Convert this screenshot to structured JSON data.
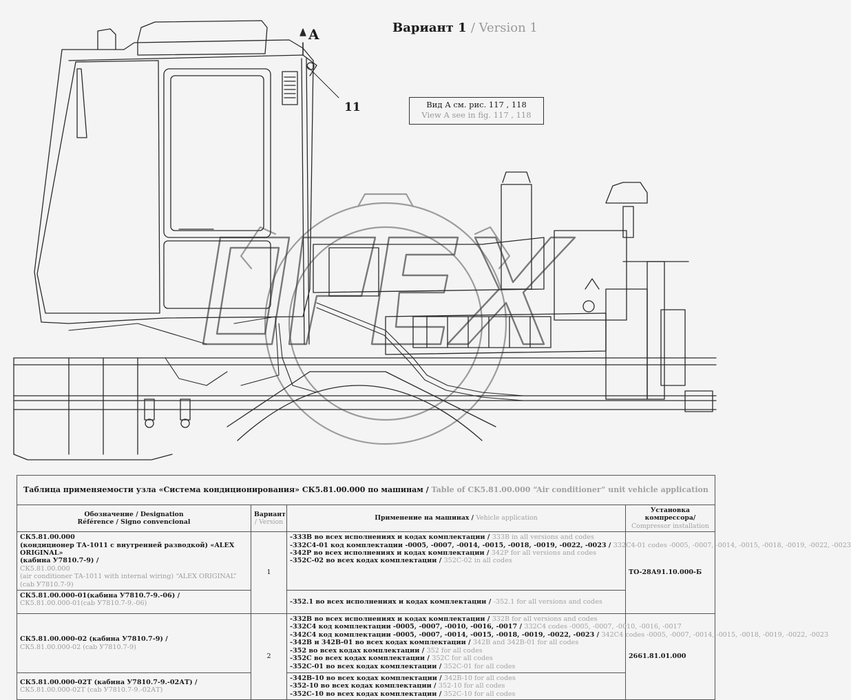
{
  "diagram": {
    "variant_ru": "Вариант 1",
    "variant_en": "/ Version 1",
    "arrow_label": "A",
    "callout_number": "11",
    "view_note_ru": "Вид А см. рис. 117 , 118",
    "view_note_en": "View A see in fig. 117 , 118",
    "watermark": "OPEX"
  },
  "table": {
    "caption_ru": "Таблица применяемости узла «Система кондиционирования» СК5.81.00.000 по машинам /",
    "caption_en": "Table of CK5.81.00.000 “Air conditioner” unit vehicle application",
    "headers": {
      "designation_ru": "Обозначение / Designation",
      "designation_fr": "Référence / Signo convencional",
      "variant_ru": "Вариант",
      "variant_en": "/ Version",
      "application_ru": "Применение на машинах /",
      "application_en": "Vehicle application",
      "compressor_ru": "Установка компрессора/",
      "compressor_en": "Compressor installation"
    },
    "rows": {
      "r1": {
        "designation": [
          "СК5.81.00.000",
          "(кондиционер ТА-1011 с внутренней разводкой) «ALEX ORIGINAL»",
          "(кабина У7810.7-9) /"
        ],
        "designation_en": [
          "СК5.81.00.000",
          "(air conditioner TA-1011 with internal wiring) “ALEX ORIGINAL”",
          "(cab У7810.7-9)"
        ],
        "variant": "1",
        "application": [
          {
            "ru": "-333В во всех исполнениях и кодах комплектации /",
            "en": "333B in all versions and codes"
          },
          {
            "ru": "-332С4-01 код комплектации -0005, -0007, -0014, -0015, -0018, -0019, -0022, -0023 /",
            "en": "332C4-01 codes -0005, -0007, -0014, -0015, -0018, -0019, -0022, -0023"
          },
          {
            "ru": "-342Р во всех исполнениях и кодах комплектации /",
            "en": "342P for all versions and codes"
          },
          {
            "ru": "-352С-02 во всех кодах комплектации /",
            "en": "352C-02 in all codes"
          }
        ],
        "compressor": "ТО-28А91.10.000-Б"
      },
      "r2": {
        "designation": "СК5.81.00.000-01(кабина У7810.7-9.-06) /",
        "designation_en": "СК5.81.00.000-01(cab У7810.7-9.-06)",
        "application": [
          {
            "ru": "-352.1 во всех исполнениях и кодах комплектации /",
            "en": "-352.1 for all versions and codes"
          }
        ]
      },
      "r3": {
        "designation": "СК5.81.00.000-02 (кабина У7810.7-9) /",
        "designation_en": "СК5.81.00.000-02 (cab У7810.7-9)",
        "variant": "2",
        "application": [
          {
            "ru": "-332В во всех исполнениях и кодах комплектации /",
            "en": "332B for all versions and codes"
          },
          {
            "ru": "-332С4 код комплектации -0005, -0007, -0010, -0016, -0017 /",
            "en": "332C4 codes -0005, -0007, -0010, -0016, -0017"
          },
          {
            "ru": "-342С4 код комплектации -0005, -0007, -0014, -0015, -0018, -0019, -0022, -0023 /",
            "en": "342C4 codes -0005, -0007, -0014, -0015, -0018, -0019, -0022, -0023"
          },
          {
            "ru": "-342В и 342В-01 во всех кодах комплектации /",
            "en": "342B and 342B-01 for all codes"
          },
          {
            "ru": "-352 во всех кодах комплектации /",
            "en": "352 for all codes"
          },
          {
            "ru": "-352С во всех кодах комплектации /",
            "en": "352C for all codes"
          },
          {
            "ru": "-352С-01 во всех кодах комплектации /",
            "en": "352C-01 for all codes"
          }
        ],
        "compressor": "2661.81.01.000"
      },
      "r4": {
        "designation": "СК5.81.00.000-02Т (кабина У7810.7-9.-02АТ) /",
        "designation_en": "СК5.81.00.000-02Т (cab У7810.7-9.-02АТ)",
        "application": [
          {
            "ru": "-342В-10 во всех кодах комплектации /",
            "en": "342B-10 for all codes"
          },
          {
            "ru": "-352-10 во всех кодах комплектации /",
            "en": "352-10 for all codes"
          },
          {
            "ru": "-352С-10 во всех кодах комплектации /",
            "en": "352C-10 for all codes"
          }
        ]
      }
    }
  }
}
